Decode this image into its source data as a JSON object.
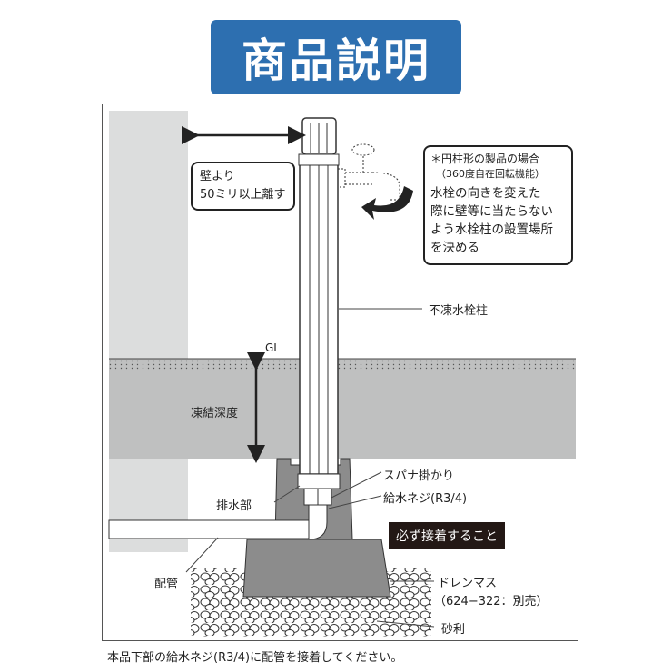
{
  "header": {
    "title": "商品説明",
    "badge_color": "#2d6fb0"
  },
  "diagram": {
    "wall_note": {
      "line1": "壁より",
      "line2": "50ミリ以上離す"
    },
    "rotation_note": {
      "title": "＊円柱形の製品の場合",
      "subtitle": "（360度自在回転機能）",
      "line1": "水栓の向きを変えた",
      "line2": "際に壁等に当たらない",
      "line3": "よう水栓柱の設置場所",
      "line4": "を決める"
    },
    "labels": {
      "post": "不凍水栓柱",
      "ground_level": "GL",
      "frost_depth": "凍結深度",
      "spanner": "スパナ掛かり",
      "drain": "排水部",
      "supply_thread": "給水ネジ(R3/4)",
      "must_glue": "必ず接着すること",
      "piping": "配管",
      "drain_box": "ドレンマス",
      "drain_box_note": "（624−322：別売）",
      "gravel": "砂利"
    },
    "colors": {
      "wall": "#dcdddd",
      "soil": "#bfc0c0",
      "base": "#8c8c8c",
      "tag": "#231815"
    }
  },
  "footer": {
    "note": "本品下部の給水ネジ(R3/4)に配管を接着してください。"
  }
}
